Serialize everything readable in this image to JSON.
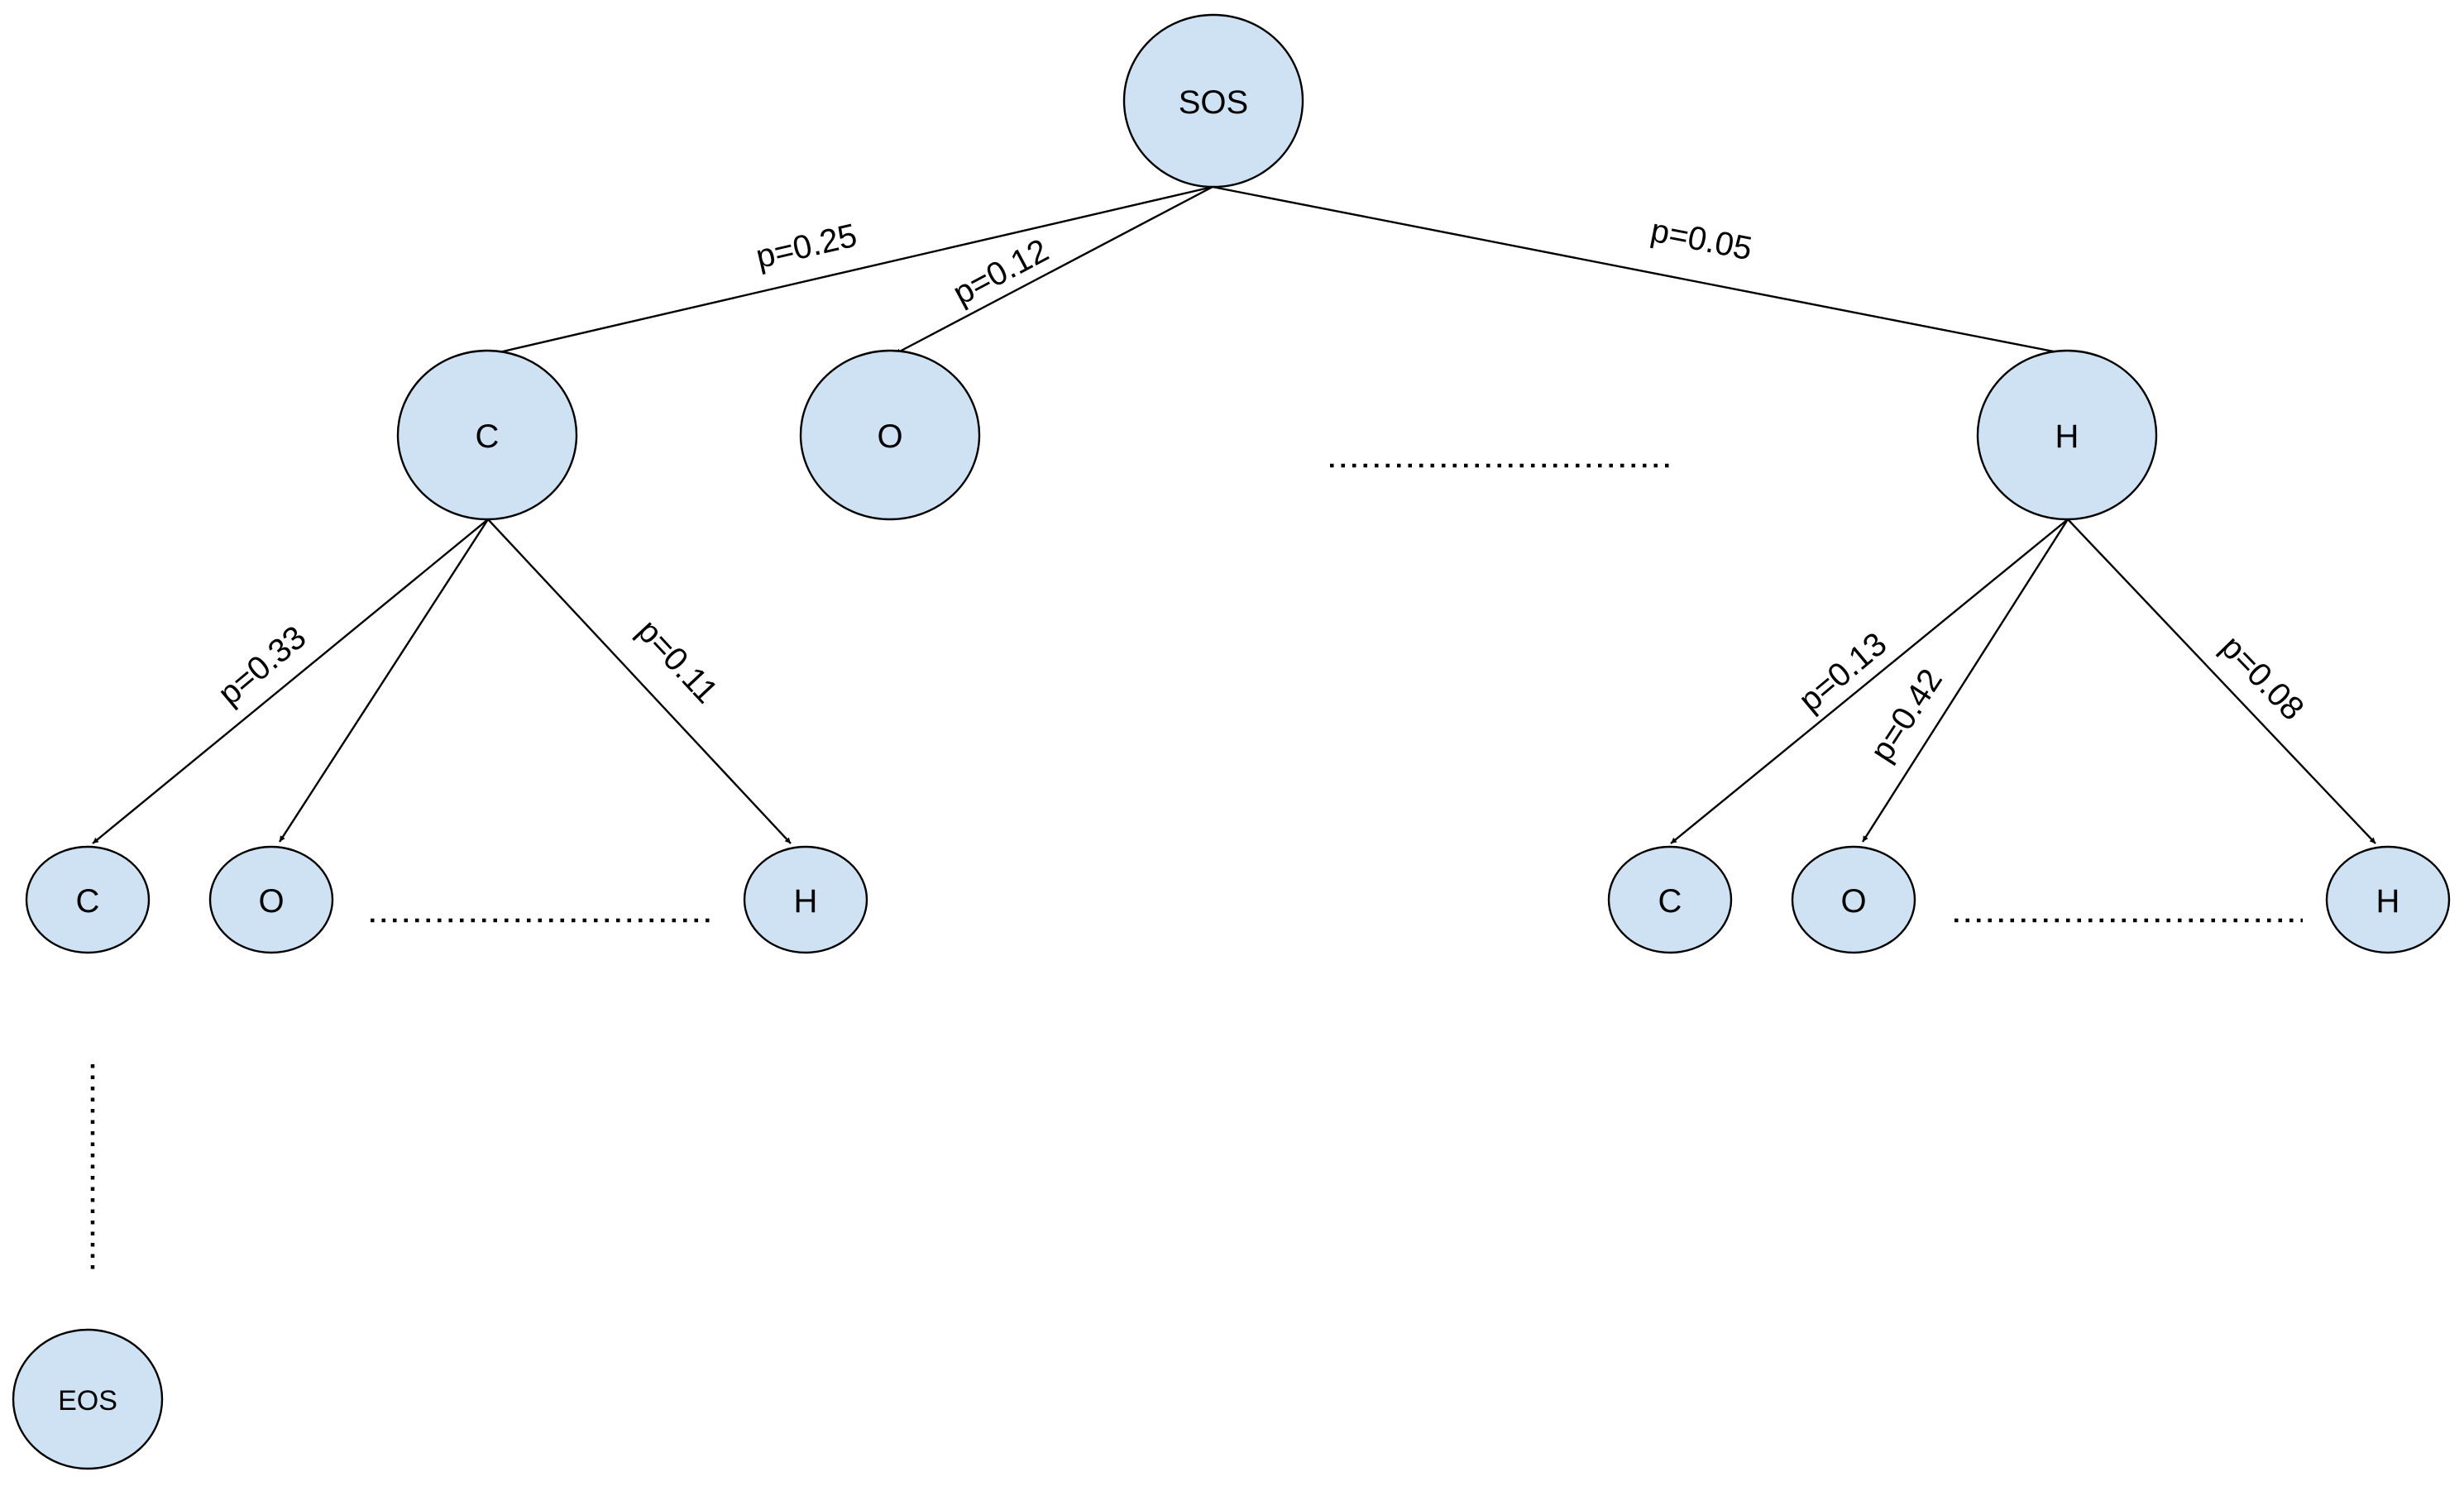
{
  "nodes": [
    {
      "id": "sos",
      "label": "SOS"
    },
    {
      "id": "c1",
      "label": "C"
    },
    {
      "id": "o1",
      "label": "O"
    },
    {
      "id": "h1",
      "label": "H"
    },
    {
      "id": "c2l",
      "label": "C"
    },
    {
      "id": "o2l",
      "label": "O"
    },
    {
      "id": "h2l",
      "label": "H"
    },
    {
      "id": "c2r",
      "label": "C"
    },
    {
      "id": "o2r",
      "label": "O"
    },
    {
      "id": "h2r",
      "label": "H"
    },
    {
      "id": "eos",
      "label": "EOS"
    }
  ],
  "edges": [
    {
      "from": "sos",
      "to": "c1",
      "label": "p=0.25"
    },
    {
      "from": "sos",
      "to": "o1",
      "label": "p=0.12"
    },
    {
      "from": "sos",
      "to": "h1",
      "label": "p=0.05"
    },
    {
      "from": "c1",
      "to": "c2l",
      "label": "p=0.33"
    },
    {
      "from": "c1",
      "to": "o2l",
      "label": ""
    },
    {
      "from": "c1",
      "to": "h2l",
      "label": "p=0.11"
    },
    {
      "from": "h1",
      "to": "c2r",
      "label": "p=0.13"
    },
    {
      "from": "h1",
      "to": "o2r",
      "label": "p=0.42"
    },
    {
      "from": "h1",
      "to": "h2r",
      "label": "p=0.08"
    }
  ],
  "colors": {
    "node_fill": "#cfe2f3",
    "stroke": "#000000"
  }
}
